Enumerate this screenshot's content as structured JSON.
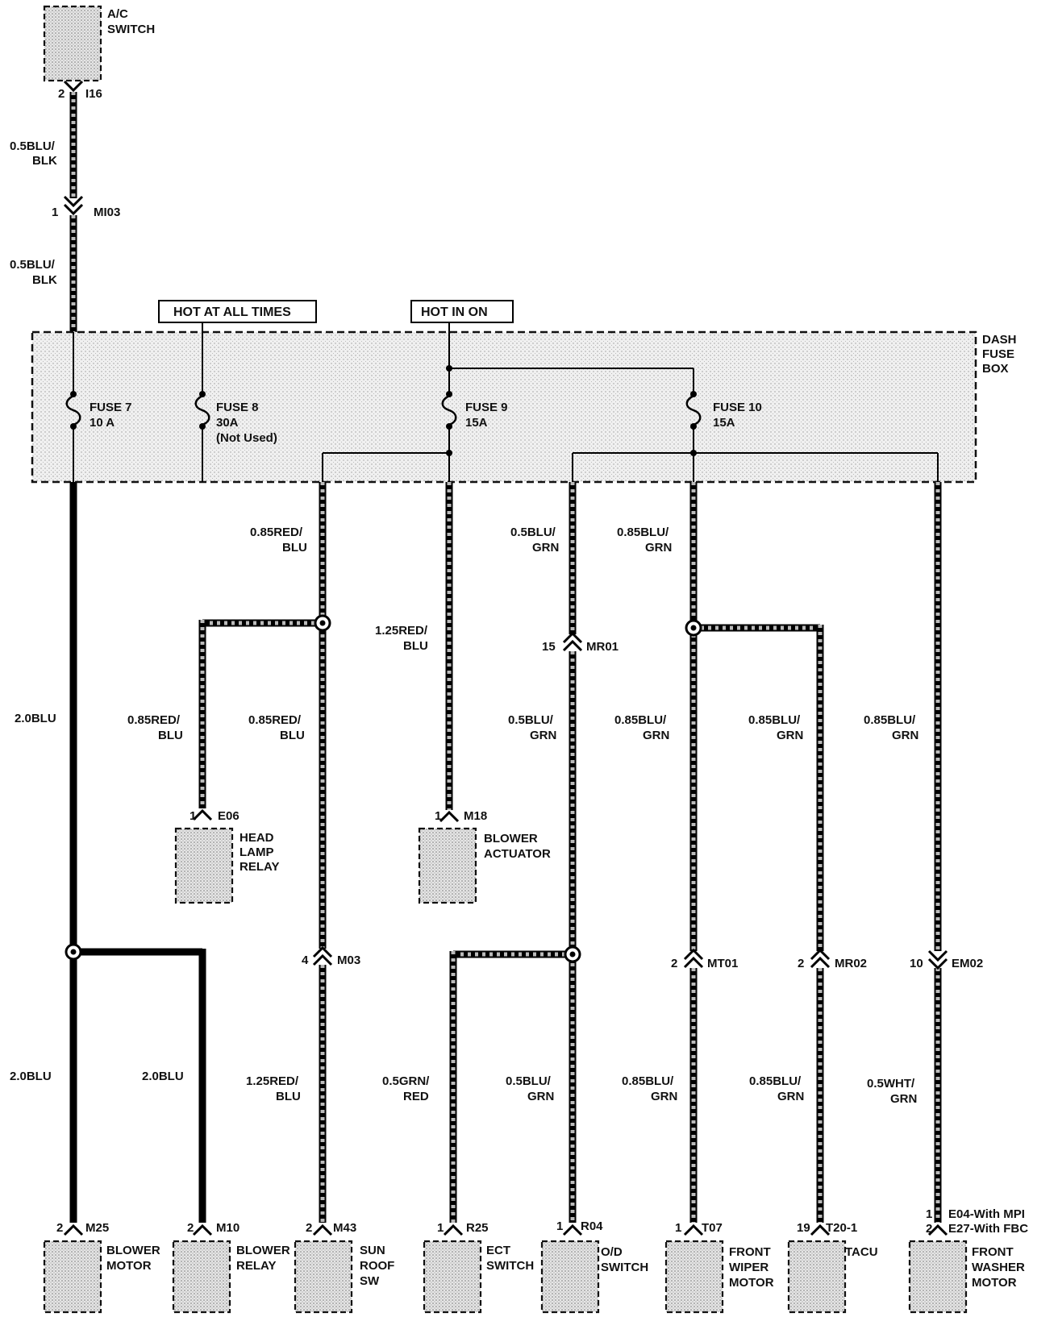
{
  "top_component": {
    "label_line1": "A/C",
    "label_line2": "SWITCH"
  },
  "top_connectors": [
    {
      "pin": "2",
      "name": "I16"
    },
    {
      "pin": "1",
      "name": "MI03"
    }
  ],
  "top_wires": [
    {
      "line1": "0.5BLU/",
      "line2": "BLK"
    },
    {
      "line1": "0.5BLU/",
      "line2": "BLK"
    }
  ],
  "hot_labels": {
    "always": "HOT AT ALL TIMES",
    "on": "HOT IN ON"
  },
  "fuse_box": {
    "line1": "DASH",
    "line2": "FUSE",
    "line3": "BOX"
  },
  "fuses": [
    {
      "name": "FUSE 7",
      "rating": "10 A",
      "note": ""
    },
    {
      "name": "FUSE 8",
      "rating": "30A",
      "note": "(Not Used)"
    },
    {
      "name": "FUSE 9",
      "rating": "15A",
      "note": ""
    },
    {
      "name": "FUSE 10",
      "rating": "15A",
      "note": ""
    }
  ],
  "wire_labels": {
    "w_red_blu_top": {
      "line1": "0.85RED/",
      "line2": "BLU"
    },
    "w_blu_grn_top_a": {
      "line1": "0.5BLU/",
      "line2": "GRN"
    },
    "w_blu_grn_top_b": {
      "line1": "0.85BLU/",
      "line2": "GRN"
    },
    "w_red_blu_125": {
      "line1": "1.25RED/",
      "line2": "BLU"
    },
    "w_20blu_main": {
      "line1": "2.0BLU"
    },
    "w_red_blu_headlamp": {
      "line1": "0.85RED/",
      "line2": "BLU"
    },
    "w_red_blu_mid": {
      "line1": "0.85RED/",
      "line2": "BLU"
    },
    "w_blu_grn_mid_a": {
      "line1": "0.5BLU/",
      "line2": "GRN"
    },
    "w_blu_grn_mid_b": {
      "line1": "0.85BLU/",
      "line2": "GRN"
    },
    "w_blu_grn_mid_c": {
      "line1": "0.85BLU/",
      "line2": "GRN"
    },
    "w_blu_grn_mid_d": {
      "line1": "0.85BLU/",
      "line2": "GRN"
    },
    "w_20blu_bot_a": {
      "line1": "2.0BLU"
    },
    "w_20blu_bot_b": {
      "line1": "2.0BLU"
    },
    "w_red_blu_bot": {
      "line1": "1.25RED/",
      "line2": "BLU"
    },
    "w_grn_red_bot": {
      "line1": "0.5GRN/",
      "line2": "RED"
    },
    "w_blu_grn_bot_a": {
      "line1": "0.5BLU/",
      "line2": "GRN"
    },
    "w_blu_grn_bot_b": {
      "line1": "0.85BLU/",
      "line2": "GRN"
    },
    "w_blu_grn_bot_c": {
      "line1": "0.85BLU/",
      "line2": "GRN"
    },
    "w_wht_grn_bot": {
      "line1": "0.5WHT/",
      "line2": "GRN"
    }
  },
  "mid_components": [
    {
      "pin": "1",
      "connector": "E06",
      "line1": "HEAD",
      "line2": "LAMP",
      "line3": "RELAY"
    },
    {
      "pin": "1",
      "connector": "M18",
      "line1": "BLOWER",
      "line2": "ACTUATOR",
      "line3": ""
    }
  ],
  "inline_connectors": [
    {
      "pin": "15",
      "name": "MR01"
    },
    {
      "pin": "4",
      "name": "M03"
    },
    {
      "pin": "2",
      "name": "MT01"
    },
    {
      "pin": "2",
      "name": "MR02"
    },
    {
      "pin": "10",
      "name": "EM02"
    }
  ],
  "bottom_components": [
    {
      "pin": "2",
      "connector": "M25",
      "line1": "BLOWER",
      "line2": "MOTOR",
      "line3": ""
    },
    {
      "pin": "2",
      "connector": "M10",
      "line1": "BLOWER",
      "line2": "RELAY",
      "line3": ""
    },
    {
      "pin": "2",
      "connector": "M43",
      "line1": "SUN",
      "line2": "ROOF",
      "line3": "SW"
    },
    {
      "pin": "1",
      "connector": "R25",
      "line1": "ECT",
      "line2": "SWITCH",
      "line3": ""
    },
    {
      "pin": "1",
      "connector": "R04",
      "line1": "O/D",
      "line2": "SWITCH",
      "line3": ""
    },
    {
      "pin": "1",
      "connector": "T07",
      "line1": "FRONT",
      "line2": "WIPER",
      "line3": "MOTOR"
    },
    {
      "pin": "19",
      "connector": "T20-1",
      "line1": "TACU",
      "line2": "",
      "line3": ""
    },
    {
      "pin": "1",
      "pin2": "2",
      "connector": "E04-With MPI",
      "connector2": "E27-With FBC",
      "line1": "FRONT",
      "line2": "WASHER",
      "line3": "MOTOR"
    }
  ]
}
